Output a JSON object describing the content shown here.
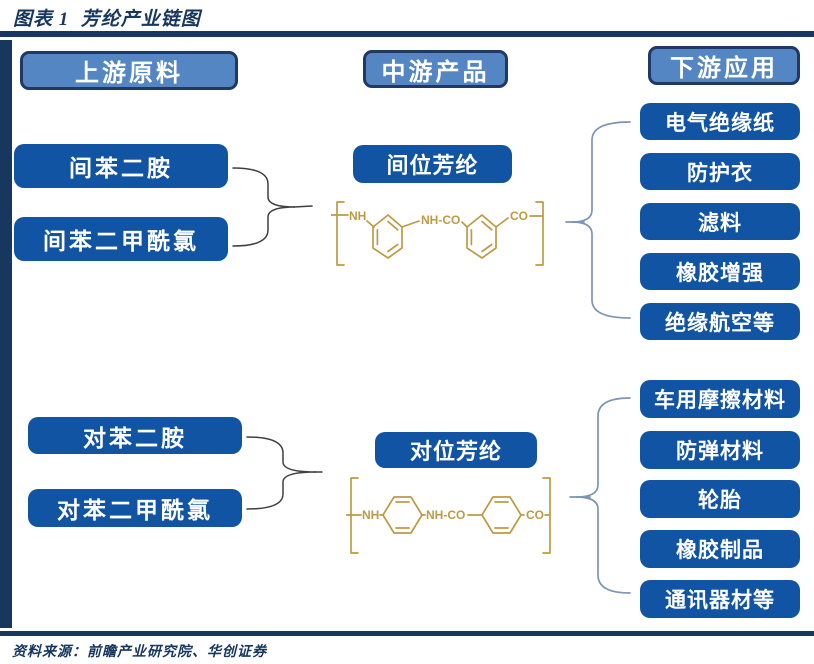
{
  "figure": {
    "title": "图表 1  芳纶产业链图",
    "source": "资料来源：前瞻产业研究院、华创证券"
  },
  "colors": {
    "accent_navy": "#17375E",
    "box_blue": "#1254A4",
    "header_fill_blue": "#5586C4",
    "header_border_navy": "#1F3864",
    "structure_gold": "#BE9A45",
    "brace_dark_gray": "#3F3F3F",
    "brace_blue_gray": "#7D95B5"
  },
  "headers": {
    "upstream": "上游原料",
    "midstream": "中游产品",
    "downstream": "下游应用"
  },
  "upstream": {
    "meta_materials": [
      "间苯二胺",
      "间苯二甲酰氯"
    ],
    "para_materials": [
      "对苯二胺",
      "对苯二甲酰氯"
    ]
  },
  "midstream": {
    "meta": {
      "label": "间位芳纶",
      "structure_labels": {
        "amine": "NH",
        "amide": "NH-CO",
        "carbonyl": "CO"
      }
    },
    "para": {
      "label": "对位芳纶",
      "structure_labels": {
        "amine": "NH",
        "amide": "NH-CO",
        "carbonyl": "CO"
      }
    }
  },
  "downstream": {
    "meta_applications": [
      "电气绝缘纸",
      "防护衣",
      "滤料",
      "橡胶增强",
      "绝缘航空等"
    ],
    "para_applications": [
      "车用摩擦材料",
      "防弹材料",
      "轮胎",
      "橡胶制品",
      "通讯器材等"
    ]
  }
}
